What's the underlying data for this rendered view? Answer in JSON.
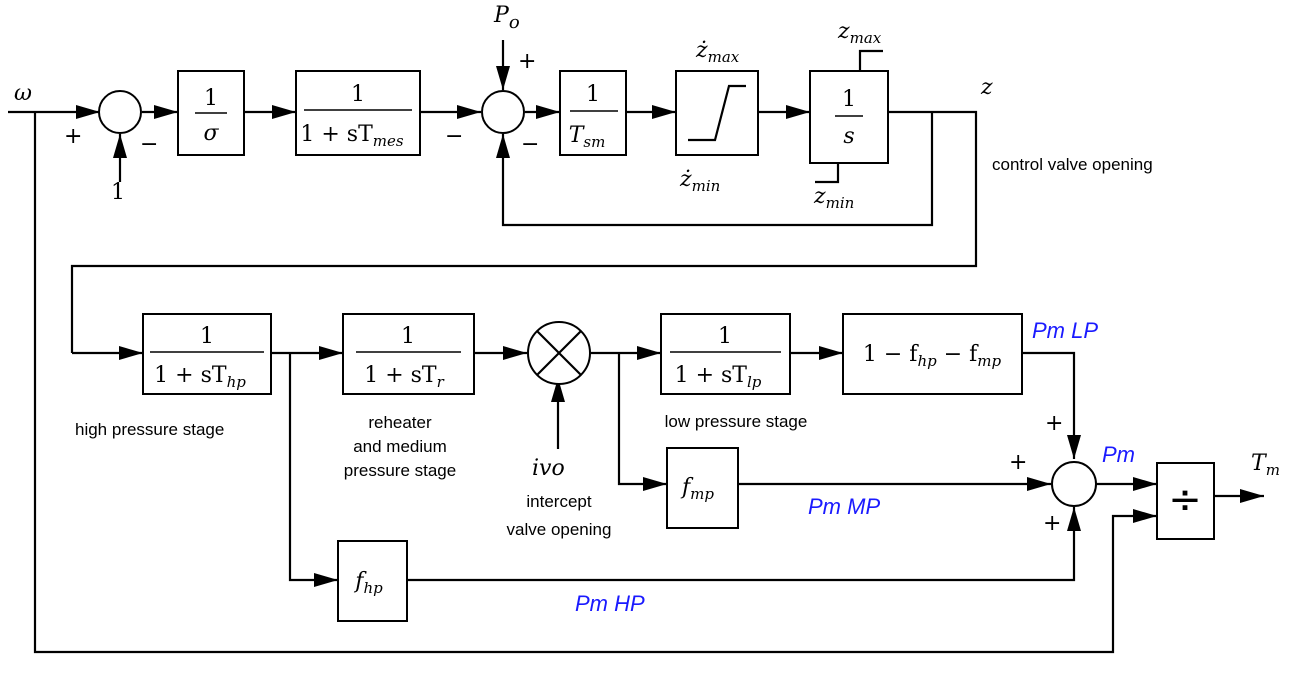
{
  "colors": {
    "line": "#000000",
    "red": "#e53030",
    "blue": "#1a1aff"
  },
  "inputs": {
    "omega": "ω",
    "one": "1",
    "po_main": "P",
    "po_sub": "o",
    "ivo": "ivo"
  },
  "blocks": {
    "inv_sigma_num": "1",
    "inv_sigma_den": "σ",
    "tmes_num": "1",
    "tmes_den": "1 + sT",
    "tmes_sub": "mes",
    "tsm_num": "1",
    "tsm_den": "T",
    "tsm_sub": "sm",
    "integ_num": "1",
    "integ_den": "s",
    "thp_num": "1",
    "thp_den": "1 + sT",
    "thp_sub": "hp",
    "tr_num": "1",
    "tr_den": "1 + sT",
    "tr_sub": "r",
    "tlp_num": "1",
    "tlp_den": "1 + sT",
    "tlp_sub": "lp",
    "flp_a": "1 − f",
    "flp_sub1": "hp",
    "flp_b": " − f",
    "flp_sub2": "mp",
    "fmp": "f",
    "fmp_sub": "mp",
    "fhp": "f",
    "fhp_sub": "hp",
    "divide": "÷"
  },
  "limits": {
    "zdot_max": "ż",
    "zdot_max_sub": "max",
    "zdot_min": "ż",
    "zdot_min_sub": "min",
    "z_max": "z",
    "z_max_sub": "max",
    "z_min": "z",
    "z_min_sub": "min"
  },
  "signals": {
    "z": "z",
    "pm_lp": "Pm LP",
    "pm_mp": "Pm MP",
    "pm_hp": "Pm HP",
    "pm": "Pm",
    "tm": "T",
    "tm_sub": "m"
  },
  "signs": {
    "s1_plus": "+",
    "s1_minus": "−",
    "s2_plus": "+",
    "s2_minus_left": "−",
    "s2_minus_bottom": "−",
    "s3_plus_top": "+",
    "s3_plus_left": "+",
    "s3_plus_bottom": "+"
  },
  "labels": {
    "control_valve_opening": "control valve opening",
    "high_pressure_stage": "high pressure stage",
    "reheater_l1": "reheater",
    "reheater_l2": "and medium",
    "reheater_l3": "pressure stage",
    "low_pressure_stage": "low pressure stage",
    "intercept_l1": "intercept",
    "intercept_l2": "valve opening"
  }
}
